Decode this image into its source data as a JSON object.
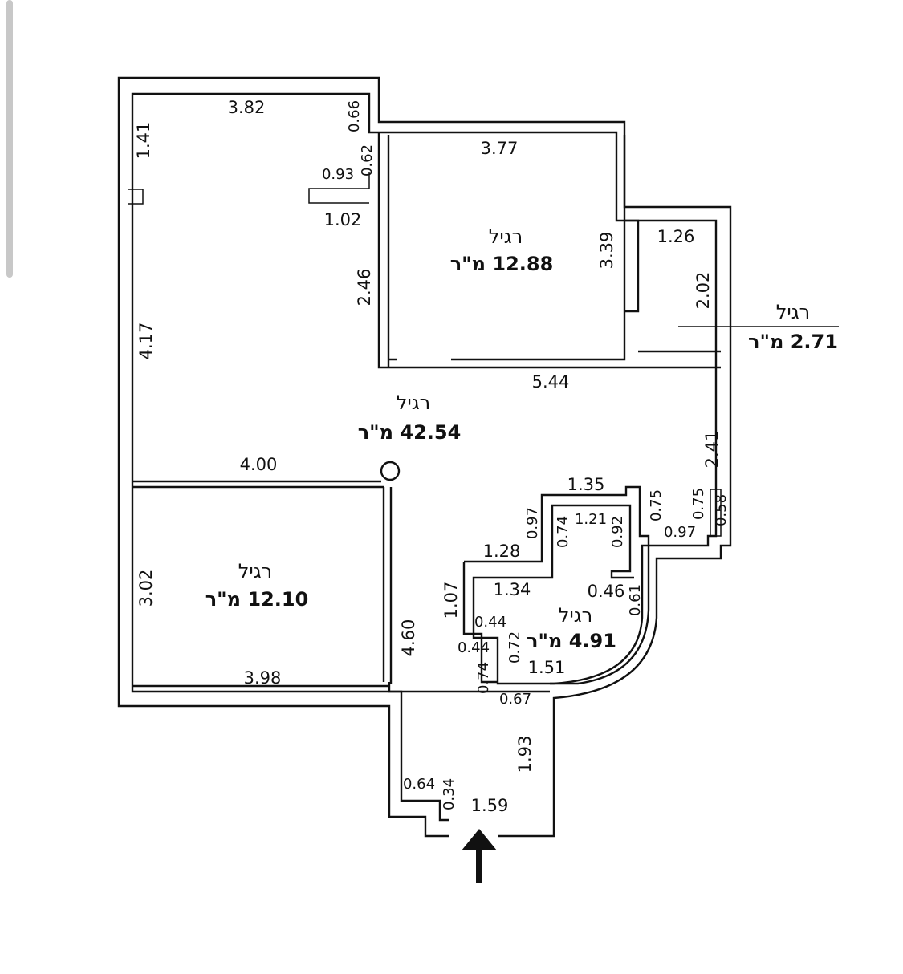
{
  "rooms": [
    {
      "type": "רגיל",
      "area": "12.88 מ\"ר"
    },
    {
      "type": "רגיל",
      "area": "2.71 מ\"ר"
    },
    {
      "type": "רגיל",
      "area": "42.54 מ\"ר"
    },
    {
      "type": "רגיל",
      "area": "12.10 מ\"ר"
    },
    {
      "type": "רגיל",
      "area": "4.91 מ\"ר"
    }
  ],
  "dimensions": [
    "3.82",
    "1.41",
    "0.66",
    "0.62",
    "0.93",
    "1.02",
    "2.46",
    "4.17",
    "3.77",
    "3.39",
    "1.26",
    "2.02",
    "5.44",
    "4.00",
    "2.41",
    "1.35",
    "0.75",
    "0.75",
    "0.58",
    "0.97",
    "0.97",
    "0.74",
    "1.21",
    "0.92",
    "1.28",
    "3.02",
    "1.07",
    "1.34",
    "0.46",
    "0.61",
    "0.44",
    "0.44",
    "4.60",
    "0.72",
    "1.51",
    "0.74",
    "3.98",
    "0.67",
    "1.93",
    "0.64",
    "0.34",
    "1.59"
  ],
  "entrance_icon": "arrow-up-icon"
}
